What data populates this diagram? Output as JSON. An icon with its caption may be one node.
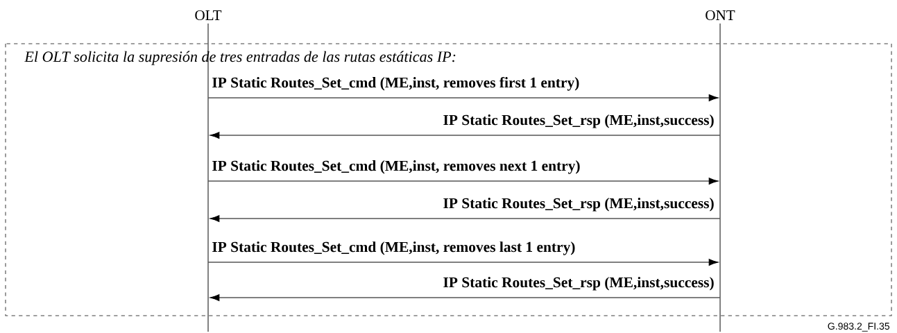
{
  "diagram": {
    "nodes": [
      {
        "text": [
          "OLT"
        ]
      },
      {
        "text": [
          "ONT"
        ]
      }
    ],
    "edges": [
      {
        "from": 0,
        "to": 1,
        "arrow": "to",
        "label": "IP Static Routes_Set_cmd (ME,inst, removes first 1 entry)"
      },
      {
        "from": 1,
        "to": 0,
        "arrow": "to",
        "label": "IP Static Routes_Set_rsp (ME,inst,success)"
      },
      {
        "from": 0,
        "to": 1,
        "arrow": "to",
        "label": "IP Static Routes_Set_cmd (ME,inst, removes next 1 entry)"
      },
      {
        "from": 1,
        "to": 0,
        "arrow": "to",
        "label": "IP Static Routes_Set_rsp (ME,inst,success)"
      },
      {
        "from": 0,
        "to": 1,
        "arrow": "to",
        "label": "IP Static Routes_Set_cmd (ME,inst, removes last 1 entry)"
      },
      {
        "from": 1,
        "to": 0,
        "arrow": "to",
        "label": "IP Static Routes_Set_rsp (ME,inst,success)"
      }
    ],
    "labels": [
      "*El OLT solicita la supresión de tres entradas de las rutas estáticas IP:*",
      "G.983.2_FI.35"
    ]
  }
}
